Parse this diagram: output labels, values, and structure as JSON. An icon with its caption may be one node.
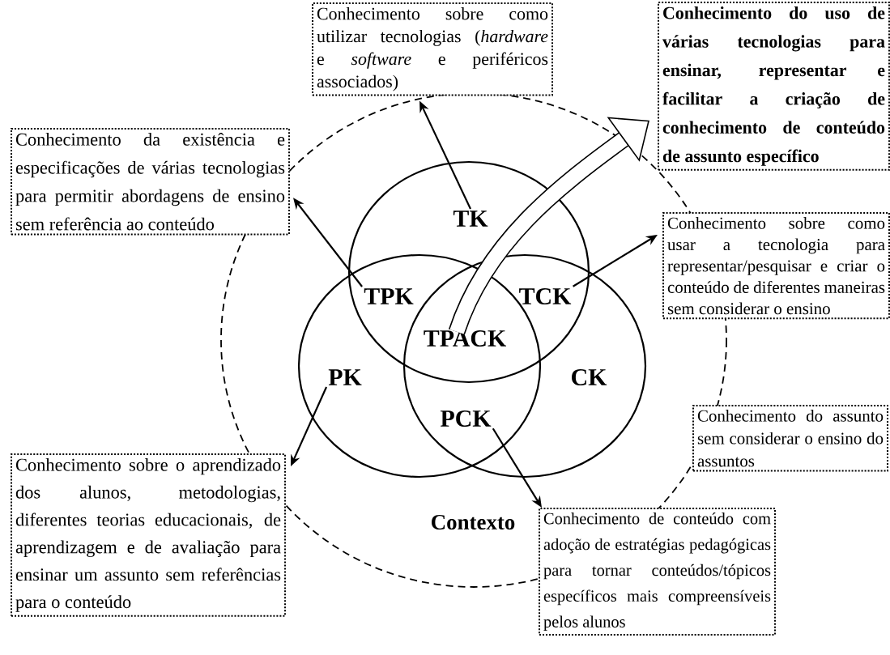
{
  "diagram": {
    "nodes": [
      {
        "text": [
          "Contexto"
        ]
      },
      {
        "text": [
          "Conhecimento sobre como utilizar tecnologias (*hardware* e *software* e periféricos associados)"
        ]
      },
      {
        "text": [
          "Conhecimento do uso de várias tecnologias para ensinar, representar e facilitar a criação de conhecimento de conteúdo de assunto específico"
        ]
      },
      {
        "text": [
          "Conhecimento da existência e especificações de várias tecnologias para permitir abordagens de ensino sem referência ao conteúdo"
        ]
      },
      {
        "text": [
          "Conhecimento sobre como usar a tecnologia para representar/pesquisar e criar o conteúdo de diferentes maneiras sem considerar o ensino"
        ]
      },
      {
        "text": [
          "TK"
        ],
        "in": 0
      },
      {
        "text": [
          "TPK"
        ],
        "in": 0
      },
      {
        "text": [
          "TCK"
        ],
        "in": 0
      },
      {
        "text": [
          "TPACK"
        ],
        "in": 0
      },
      {
        "text": [
          "PK"
        ],
        "in": 0
      },
      {
        "text": [
          "CK"
        ],
        "in": 0
      },
      {
        "text": [
          "PCK"
        ],
        "in": 0
      },
      {
        "text": [
          "Conhecimento do assunto sem considerar o ensino do assuntos"
        ]
      },
      {
        "text": [
          "Conhecimento sobre o aprendizado dos alunos, metodologias, diferentes teorias educacionais, de aprendizagem e de avaliação para ensinar um assunto sem referências para o conteúdo"
        ]
      },
      {
        "text": [
          "Conhecimento de conteúdo com adoção de estratégias pedagógicas para tornar conteúdos/tópicos específicos mais compreensíveis pelos alunos"
        ]
      }
    ],
    "edges": [
      {
        "from": 5,
        "to": 1,
        "arrow": "to"
      },
      {
        "from": 6,
        "to": 3,
        "arrow": "to"
      },
      {
        "from": 8,
        "to": 2,
        "arrow": "to",
        "style": "thick"
      },
      {
        "from": 7,
        "to": 4,
        "arrow": "to"
      },
      {
        "from": 9,
        "to": 13,
        "arrow": "to"
      },
      {
        "from": 11,
        "to": 14,
        "arrow": "to"
      }
    ]
  }
}
